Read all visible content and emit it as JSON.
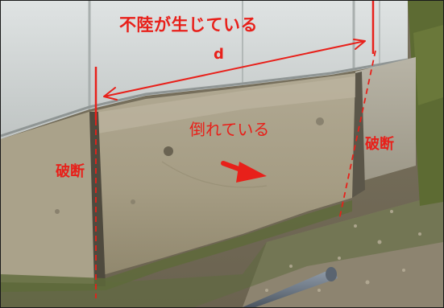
{
  "annotations": {
    "unevenness": "不陸が生じている",
    "distance": "d",
    "tilted": "倒れている",
    "break_left": "破断",
    "break_right": "破断"
  },
  "colors": {
    "annotation": "#e8201a",
    "siding": "#cfd4d3",
    "concrete": "#a59c84",
    "ground": "#7b735e"
  }
}
